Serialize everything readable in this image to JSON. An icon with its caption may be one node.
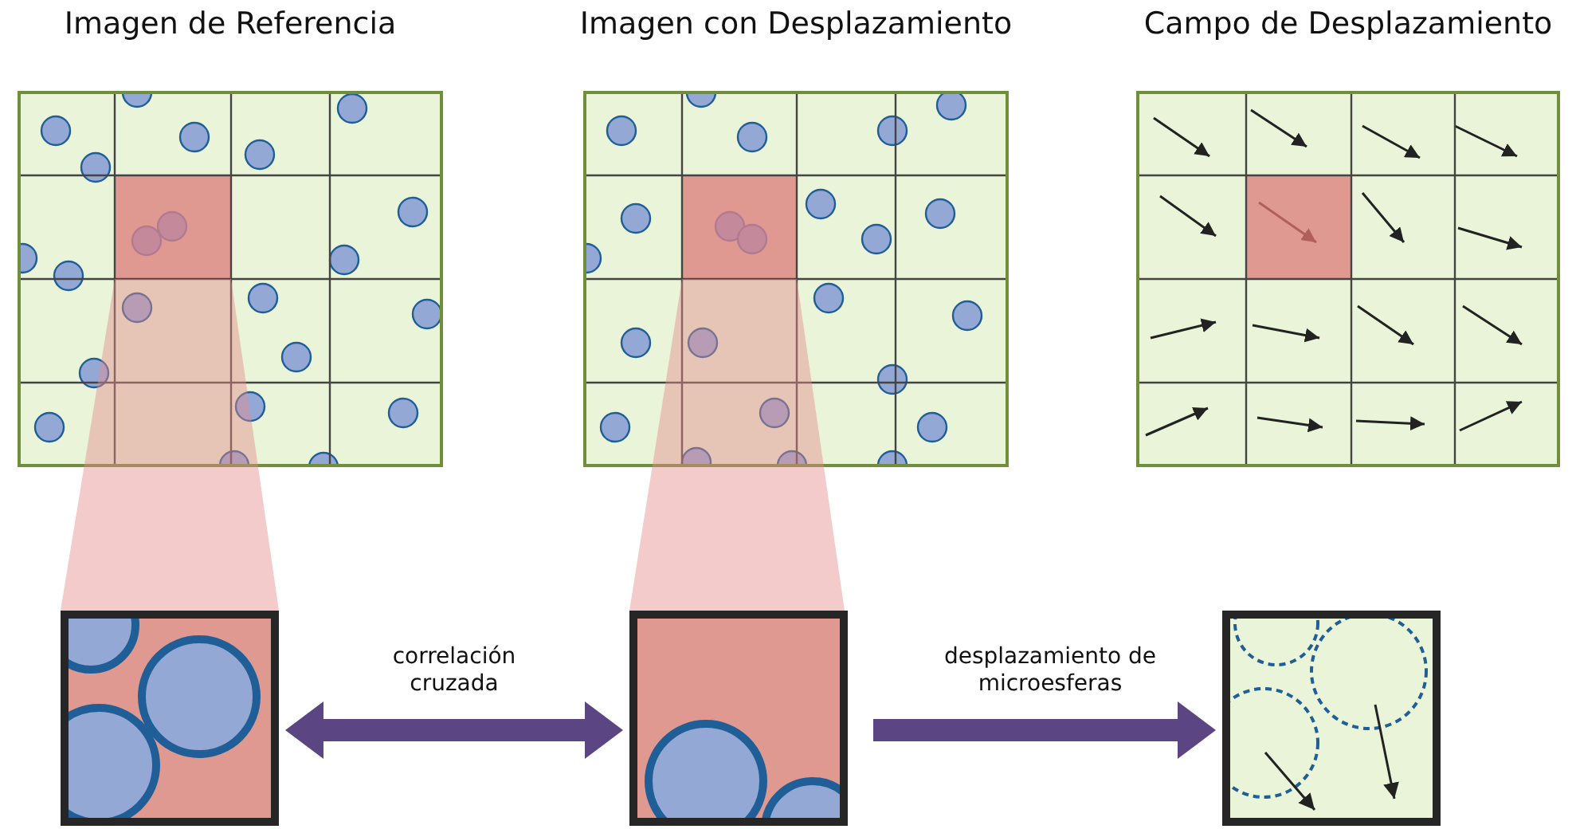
{
  "diagram": {
    "nodes": [
      {
        "text": [
          "Imagen de Referencia"
        ]
      },
      {
        "text": [
          "Imagen con Desplazamiento"
        ]
      },
      {
        "text": [
          "Campo de Desplazamiento"
        ]
      },
      {
        "text": [],
        "shape": "box"
      },
      {
        "text": [],
        "shape": "box"
      },
      {
        "text": [],
        "shape": "box"
      },
      {
        "text": [],
        "shape": "trapezoid"
      },
      {
        "text": [],
        "shape": "trapezoid"
      }
    ],
    "edges": [
      {
        "from": 3,
        "to": 4,
        "arrow": "both",
        "label": "correlación cruzada"
      },
      {
        "from": 4,
        "to": 5,
        "arrow": "to",
        "label": "desplazamiento de microesferas"
      }
    ]
  }
}
